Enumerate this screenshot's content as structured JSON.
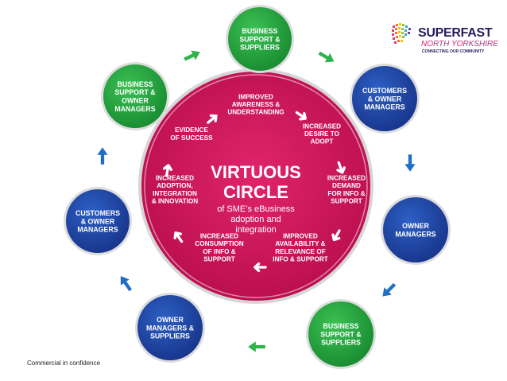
{
  "logo": {
    "name_line1": "SUPERFAST",
    "name_line2": "NORTH YORKSHIRE",
    "tagline": "CONNECTING OUR COMMUNITY"
  },
  "footer": {
    "note": "Commercial in confidence"
  },
  "colors": {
    "centre": "#d4145a",
    "centre_ring": "#ffffff",
    "green_node": "#1fa23b",
    "blue_node": "#2045a8",
    "outer_arrow_green": "#2db34a",
    "outer_arrow_blue": "#1f6fc8",
    "text_light": "#ffffff"
  },
  "centre": {
    "title_line1": "VIRTUOUS",
    "title_line2": "CIRCLE",
    "subtitle_lines": [
      "of SME’s eBusiness",
      "adoption and",
      "integration"
    ]
  },
  "inner_steps": [
    {
      "lines": [
        "IMPROVED",
        "AWARENESS &",
        "UNDERSTANDING"
      ]
    },
    {
      "lines": [
        "INCREASED",
        "DESIRE TO",
        "ADOPT"
      ]
    },
    {
      "lines": [
        "INCREASED",
        "DEMAND",
        "FOR INFO &",
        "SUPPORT"
      ]
    },
    {
      "lines": [
        "IMPROVED",
        "AVAILABILITY &",
        "RELEVANCE OF",
        "INFO & SUPPORT"
      ]
    },
    {
      "lines": [
        "INCREASED",
        "CONSUMPTION",
        "OF INFO &",
        "SUPPORT"
      ]
    },
    {
      "lines": [
        "INCREASED",
        "ADOPTION,",
        "INTEGRATION",
        "& INNOVATION"
      ]
    },
    {
      "lines": [
        "EVIDENCE",
        "OF SUCCESS"
      ]
    }
  ],
  "outer_nodes": [
    {
      "lines": [
        "BUSINESS",
        "SUPPORT &",
        "SUPPLIERS"
      ],
      "color": "green"
    },
    {
      "lines": [
        "CUSTOMERS",
        "& OWNER",
        "MANAGERS"
      ],
      "color": "blue"
    },
    {
      "lines": [
        "OWNER",
        "MANAGERS"
      ],
      "color": "blue"
    },
    {
      "lines": [
        "BUSINESS",
        "SUPPORT &",
        "SUPPLIERS"
      ],
      "color": "green"
    },
    {
      "lines": [
        "OWNER",
        "MANAGERS &",
        "SUPPLIERS"
      ],
      "color": "blue"
    },
    {
      "lines": [
        "CUSTOMERS",
        "& OWNER",
        "MANAGERS"
      ],
      "color": "blue"
    },
    {
      "lines": [
        "BUSINESS",
        "SUPPORT &",
        "OWNER",
        "MANAGERS"
      ],
      "color": "green"
    }
  ]
}
